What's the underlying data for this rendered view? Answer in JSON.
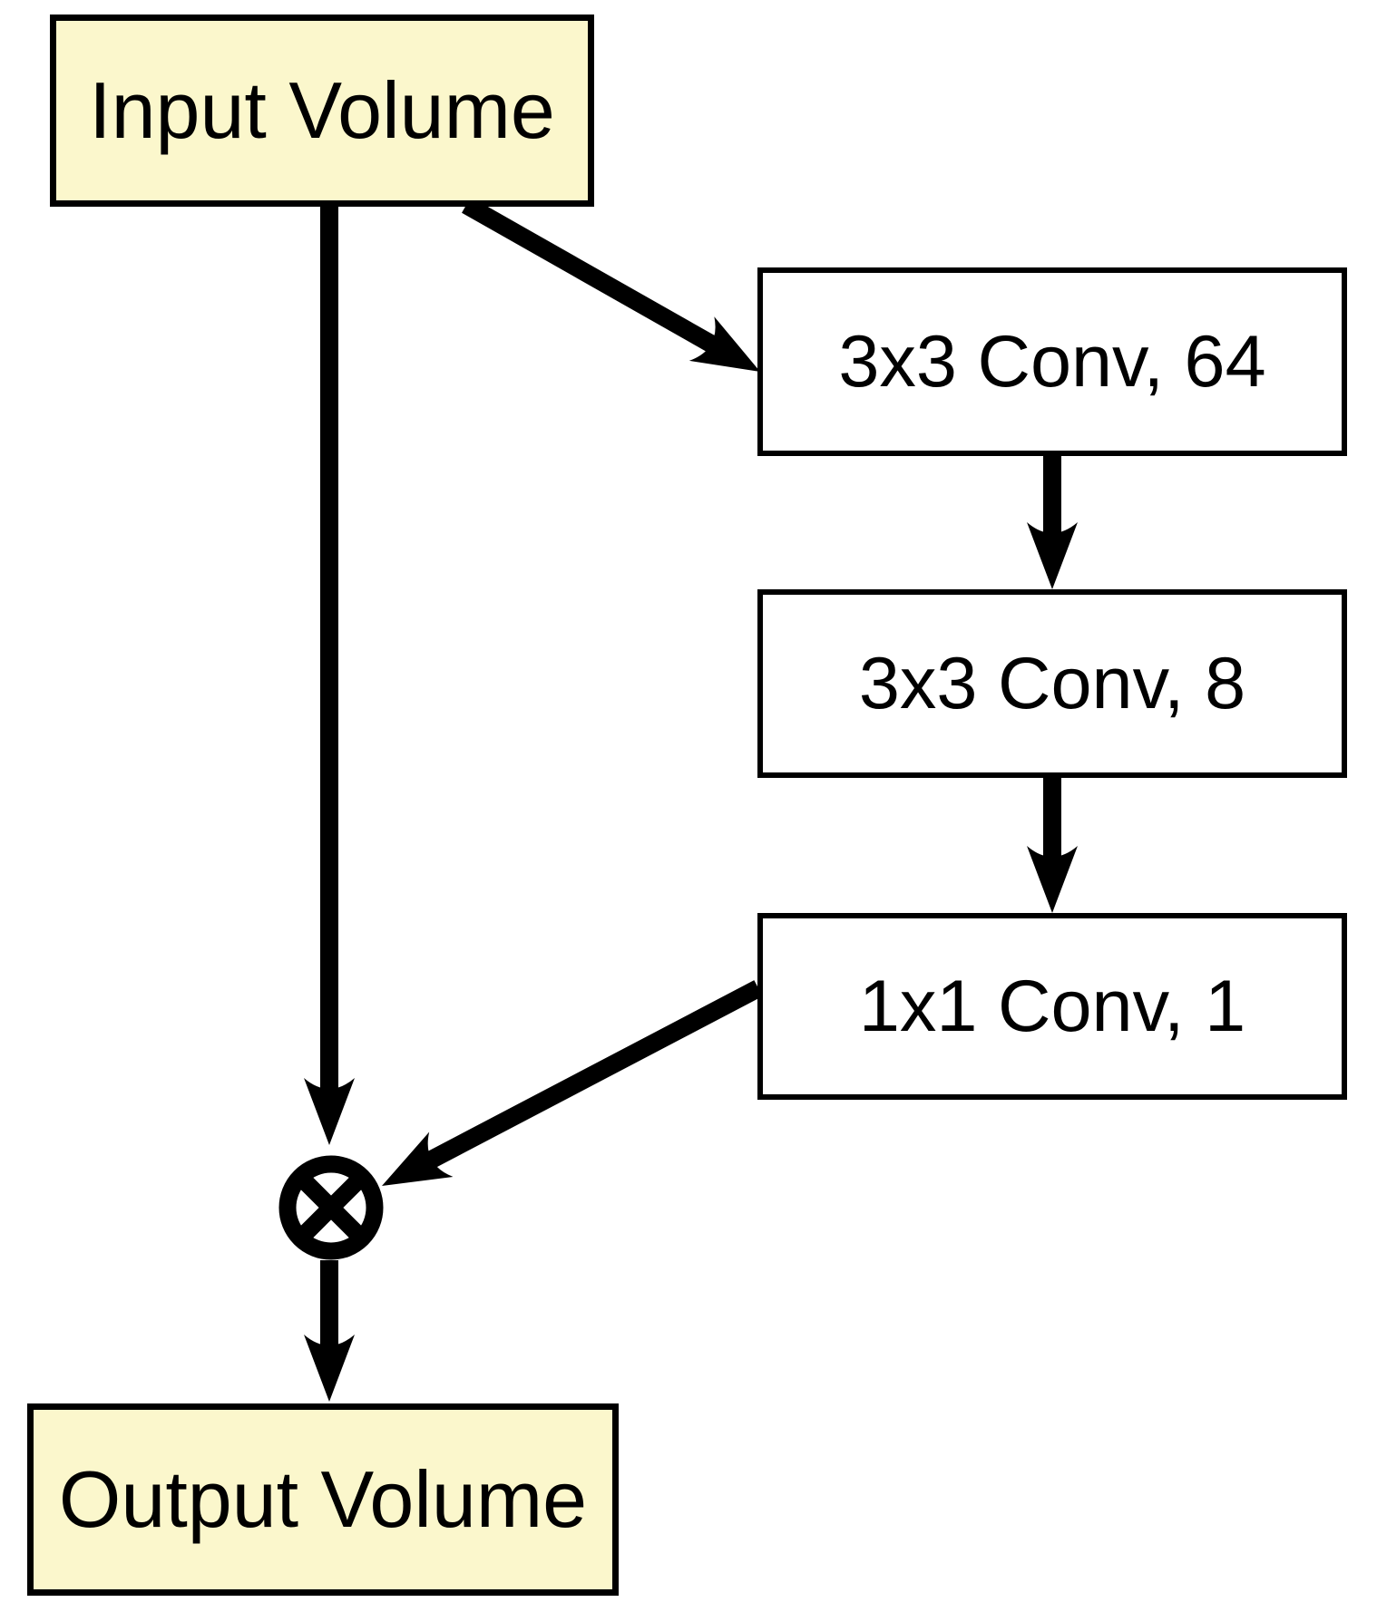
{
  "diagram": {
    "kind": "neural-network-block-flowchart",
    "nodes": [
      {
        "id": "input",
        "label": "Input Volume",
        "type": "volume"
      },
      {
        "id": "conv64",
        "label": "3x3 Conv, 64",
        "type": "conv"
      },
      {
        "id": "conv8",
        "label": "3x3 Conv, 8",
        "type": "conv"
      },
      {
        "id": "conv1",
        "label": "1x1 Conv, 1",
        "type": "conv"
      },
      {
        "id": "multiply",
        "label": "⊗",
        "type": "operator",
        "meaning": "element-wise multiplication"
      },
      {
        "id": "output",
        "label": "Output Volume",
        "type": "volume"
      }
    ],
    "edges": [
      {
        "from": "input",
        "to": "multiply"
      },
      {
        "from": "input",
        "to": "conv64"
      },
      {
        "from": "conv64",
        "to": "conv8"
      },
      {
        "from": "conv8",
        "to": "conv1"
      },
      {
        "from": "conv1",
        "to": "multiply"
      },
      {
        "from": "multiply",
        "to": "output"
      }
    ]
  },
  "colors": {
    "volume_fill": "#FBF7CC",
    "conv_fill": "#FFFFFF",
    "line_color": "#000000",
    "text_color": "#000000",
    "canvas_bg": "#FFFFFF"
  }
}
